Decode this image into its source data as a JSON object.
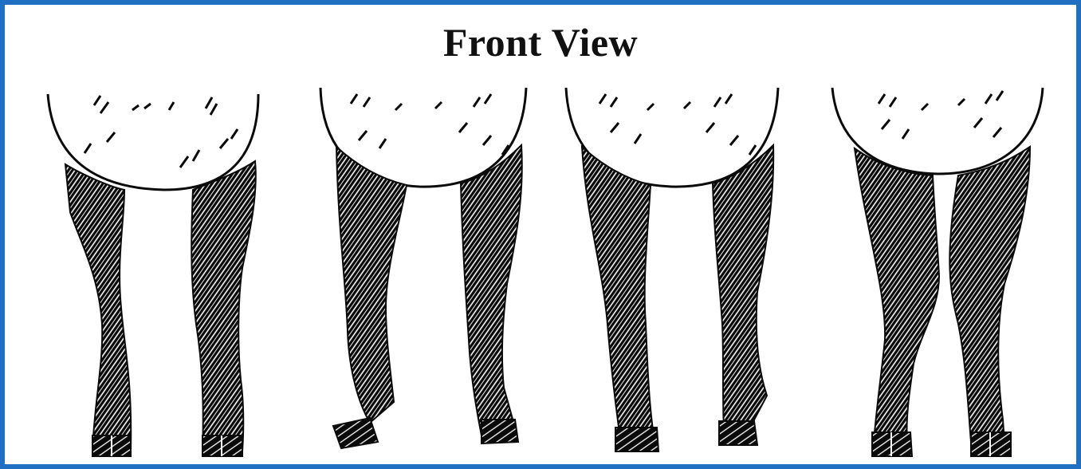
{
  "figure": {
    "title": "Front View",
    "border_color": "#1f6fc2",
    "ink_color": "#0a0a0a",
    "panels": [
      {
        "id": "panel-1"
      },
      {
        "id": "panel-2"
      },
      {
        "id": "panel-3"
      },
      {
        "id": "panel-4"
      }
    ]
  }
}
